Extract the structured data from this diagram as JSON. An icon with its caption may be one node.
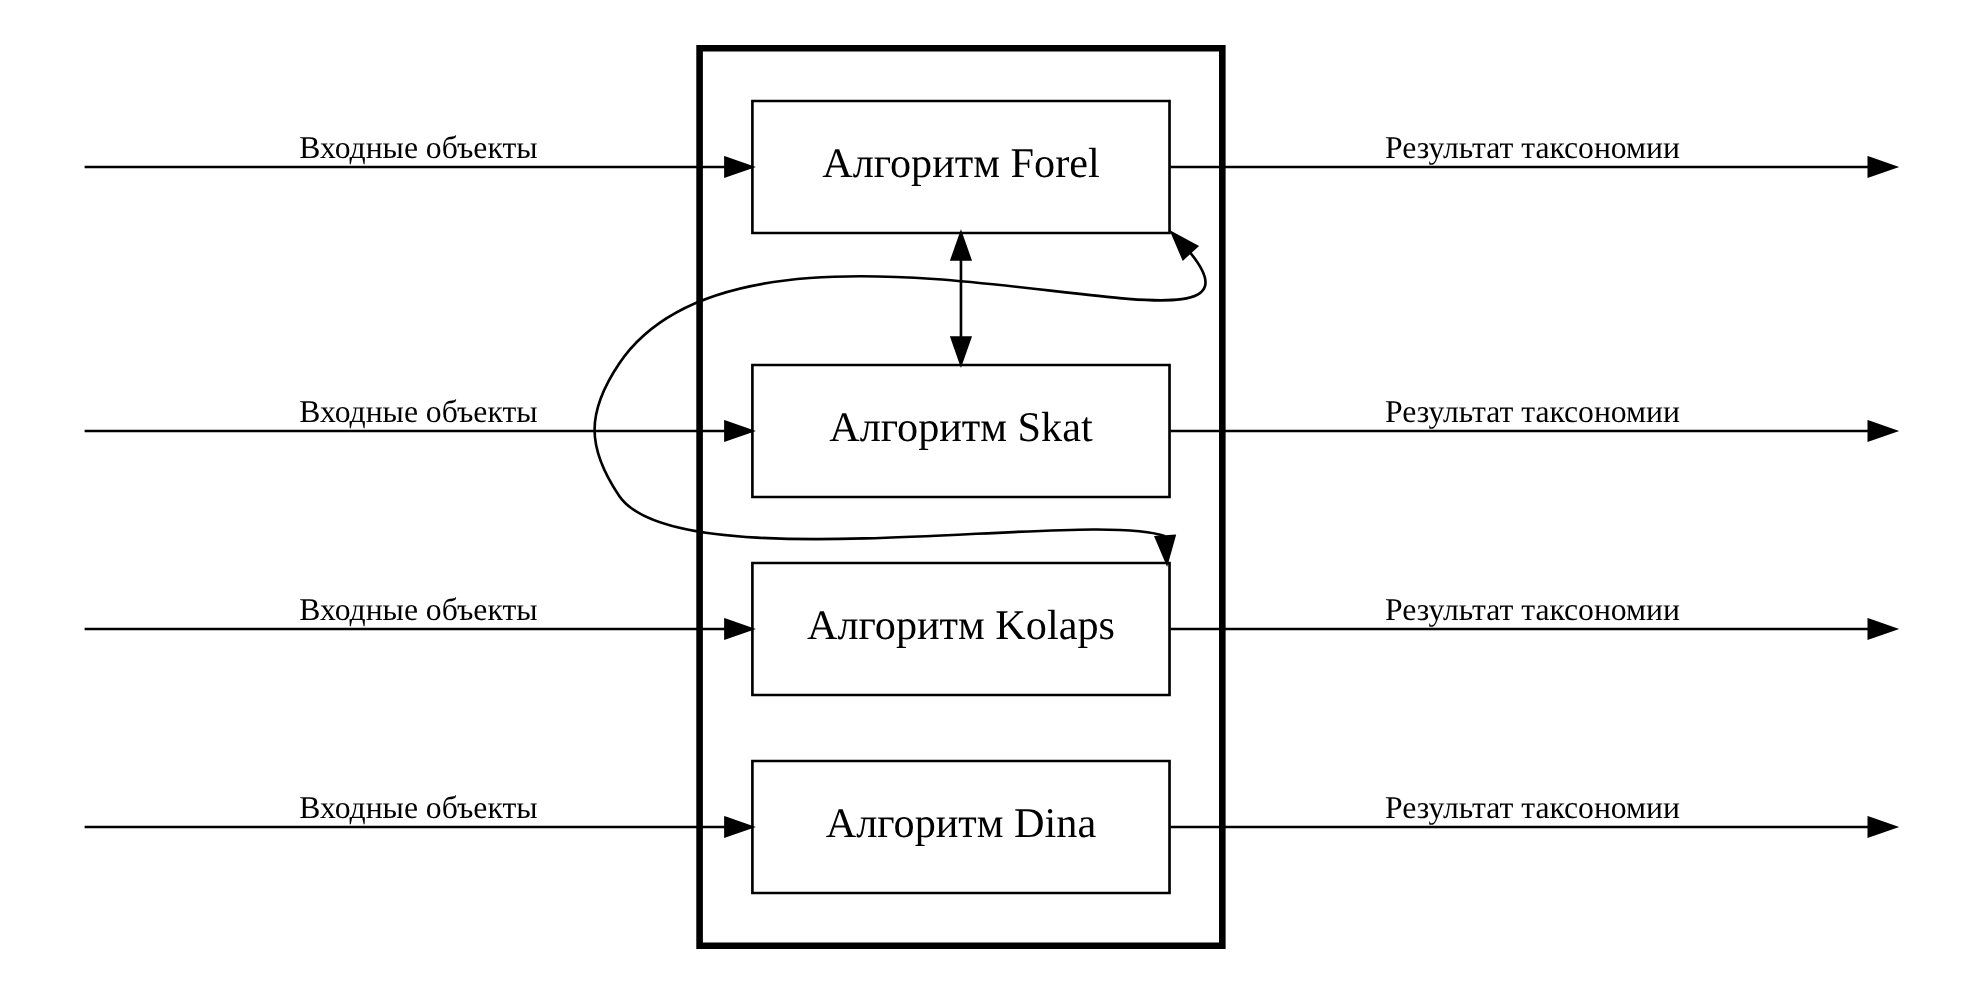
{
  "diagram": {
    "nodes": [
      {
        "text": [],
        "shape": "box"
      },
      {
        "text": [
          "Алгоритм Forel"
        ],
        "in": 0
      },
      {
        "text": [
          "Алгоритм Skat"
        ],
        "in": 0
      },
      {
        "text": [
          "Алгоритм Kolaps"
        ],
        "in": 0
      },
      {
        "text": [
          "Алгоритм Dina"
        ],
        "in": 0
      }
    ],
    "edges": [
      {
        "from": 1,
        "to": null,
        "arrow": "to",
        "label": "Результат таксономии"
      },
      {
        "from": 1,
        "to": 2,
        "arrow": "both"
      },
      {
        "from": 2,
        "to": null,
        "arrow": "to",
        "label": "Результат таксономии"
      },
      {
        "from": 3,
        "to": null,
        "arrow": "to",
        "label": "Результат таксономии"
      },
      {
        "from": 3,
        "to": 1,
        "arrow": "both"
      },
      {
        "from": 4,
        "to": null,
        "arrow": "to",
        "label": "Результат таксономии"
      },
      {
        "from": null,
        "to": 1,
        "arrow": "to",
        "label": "Входные объекты"
      },
      {
        "from": null,
        "to": 2,
        "arrow": "to",
        "label": "Входные объекты"
      },
      {
        "from": null,
        "to": 3,
        "arrow": "to",
        "label": "Входные объекты"
      },
      {
        "from": null,
        "to": 4,
        "arrow": "to",
        "label": "Входные объекты"
      }
    ]
  }
}
